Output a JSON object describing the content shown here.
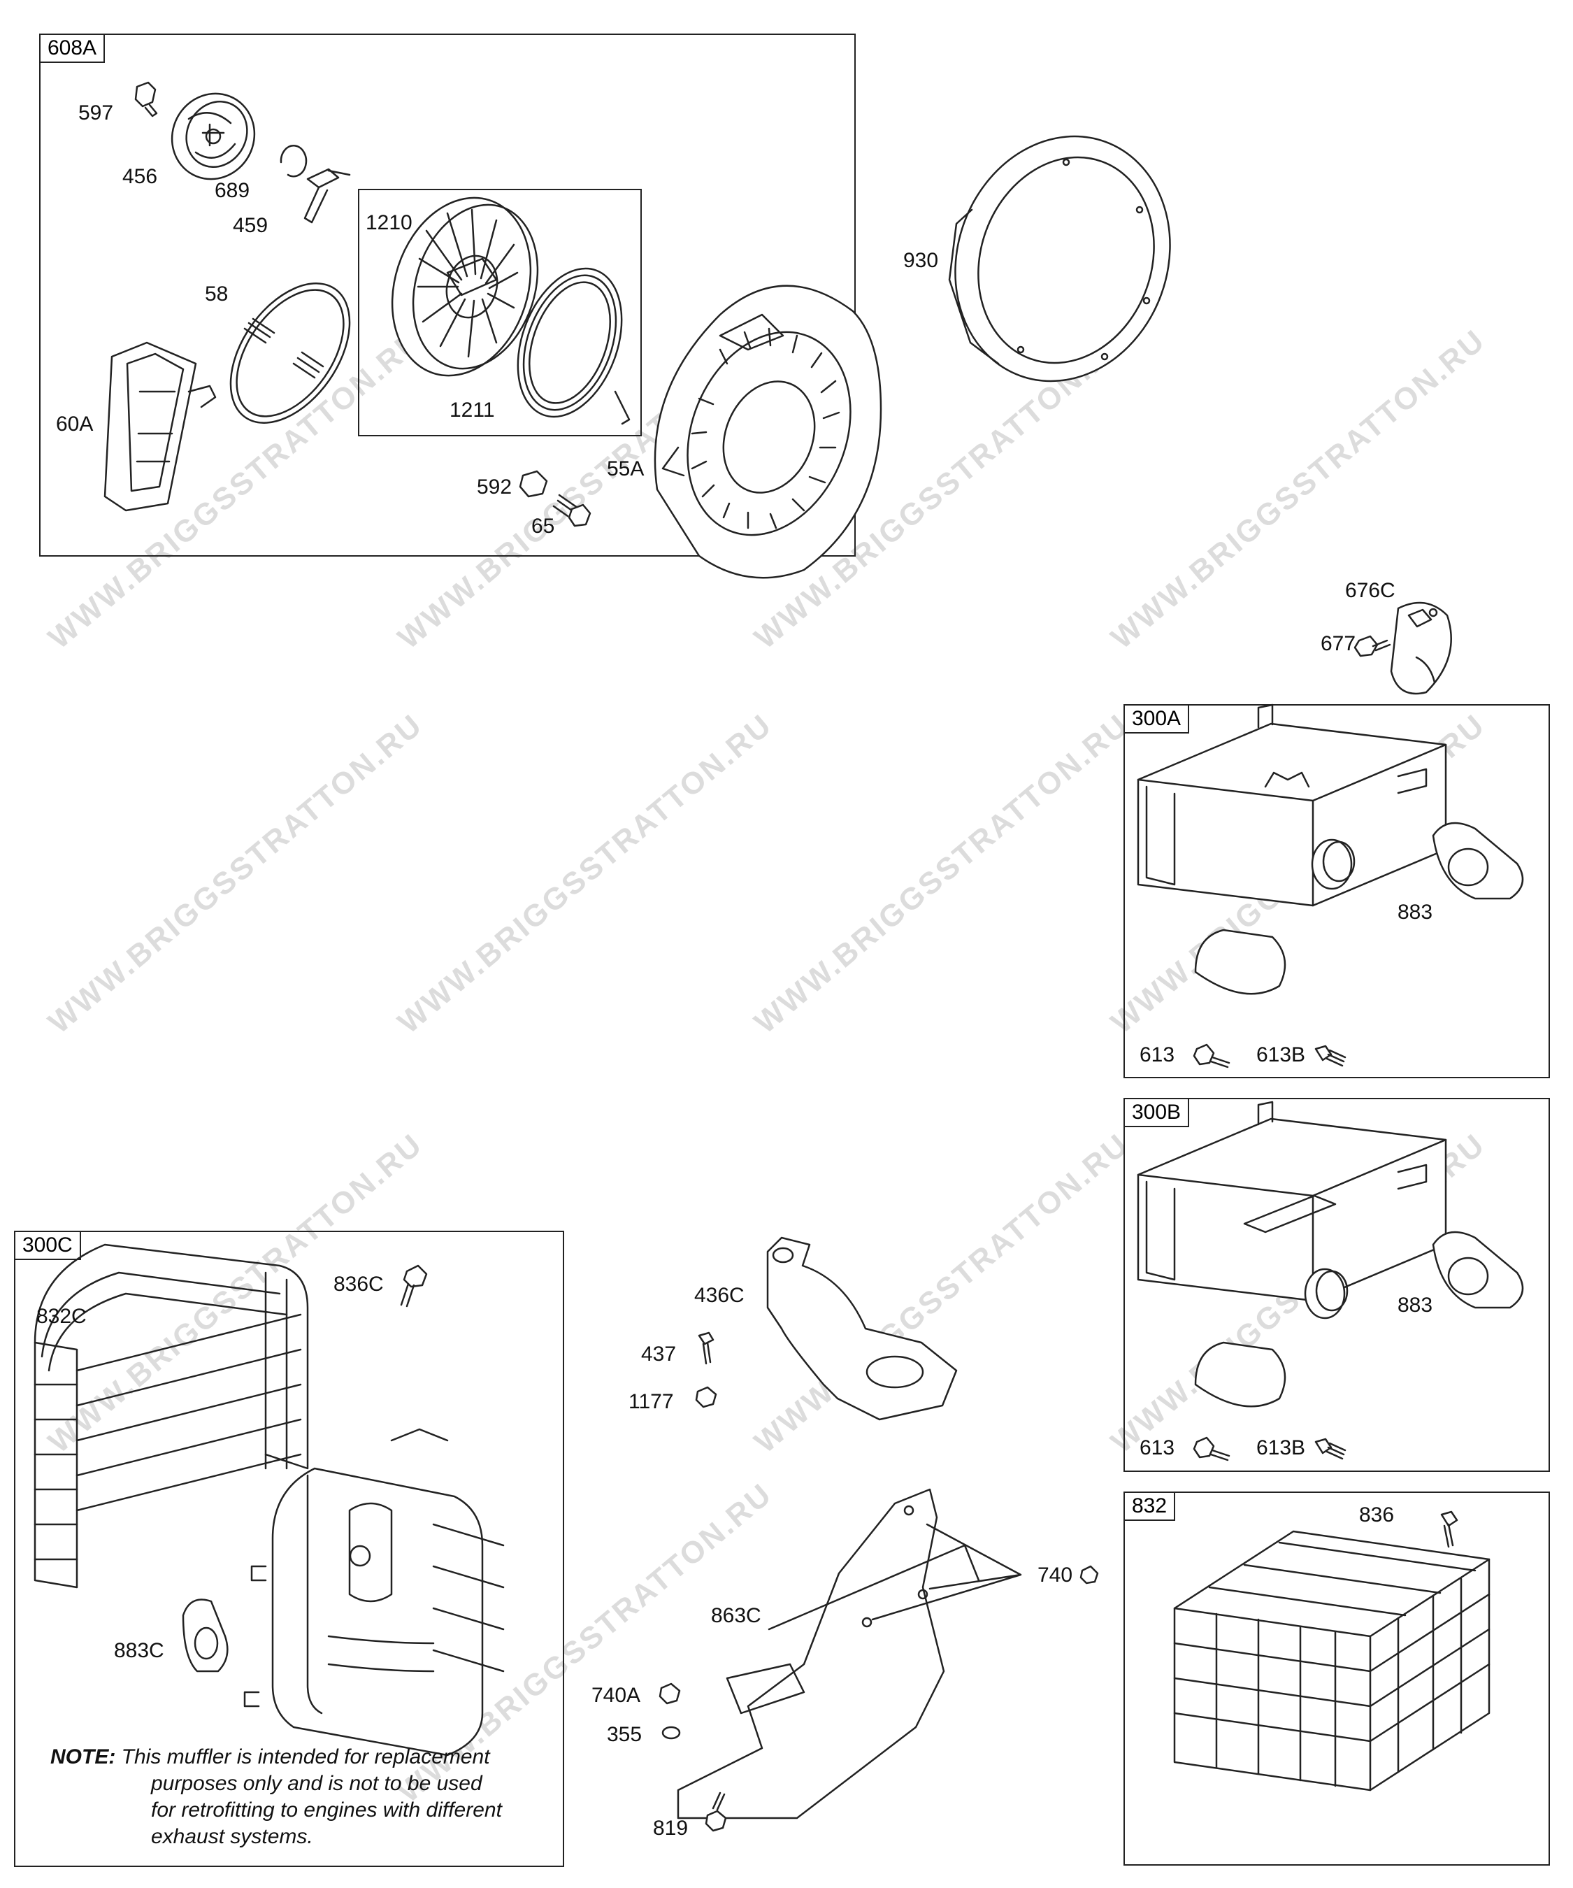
{
  "watermark": "WWW.BRIGGSSTRATTON.RU",
  "groups": {
    "g608A": "608A",
    "g300A": "300A",
    "g300B": "300B",
    "g300C": "300C",
    "g832": "832"
  },
  "parts": {
    "p597": "597",
    "p456": "456",
    "p689": "689",
    "p459": "459",
    "p1210": "1210",
    "p58": "58",
    "p60A": "60A",
    "p1211": "1211",
    "p592": "592",
    "p65": "65",
    "p55A": "55A",
    "p930": "930",
    "p676C": "676C",
    "p677": "677",
    "p883a": "883",
    "p613a": "613",
    "p613Ba": "613B",
    "p883b": "883",
    "p613b": "613B",
    "p613c": "613",
    "p836C": "836C",
    "p832C": "832C",
    "p883C": "883C",
    "p436C": "436C",
    "p437": "437",
    "p1177": "1177",
    "p863C": "863C",
    "p740": "740",
    "p740A": "740A",
    "p355": "355",
    "p819": "819",
    "p836": "836"
  },
  "note": {
    "label": "NOTE:",
    "line1": "This muffler is intended for replacement",
    "line2": "purposes only and is not to be used",
    "line3": "for retrofitting to engines with different",
    "line4": "exhaust systems."
  }
}
